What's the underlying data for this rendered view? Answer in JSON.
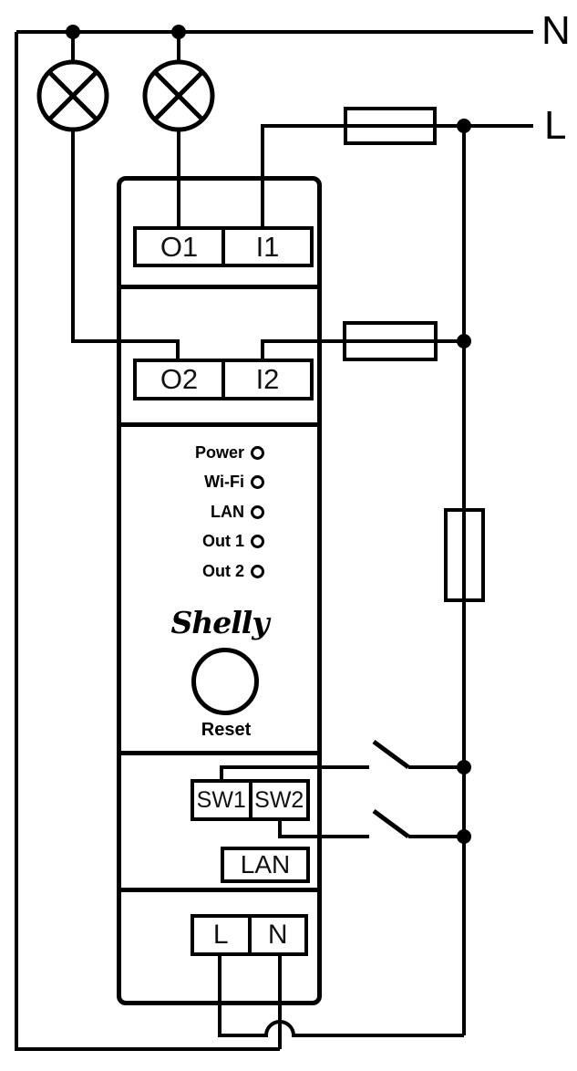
{
  "labels": {
    "neutral_bus": "N",
    "line_bus": "L"
  },
  "device": {
    "brand": "Shelly",
    "reset_button": "Reset",
    "leds": [
      {
        "label": "Power"
      },
      {
        "label": "Wi-Fi"
      },
      {
        "label": "LAN"
      },
      {
        "label": "Out 1"
      },
      {
        "label": "Out 2"
      }
    ],
    "terminals": {
      "output1": "O1",
      "input1": "I1",
      "output2": "O2",
      "input2": "I2",
      "switch1": "SW1",
      "switch2": "SW2",
      "lan_port": "LAN",
      "line": "L",
      "neutral": "N"
    }
  },
  "colors": {
    "wire": "#000000",
    "background": "#ffffff"
  }
}
